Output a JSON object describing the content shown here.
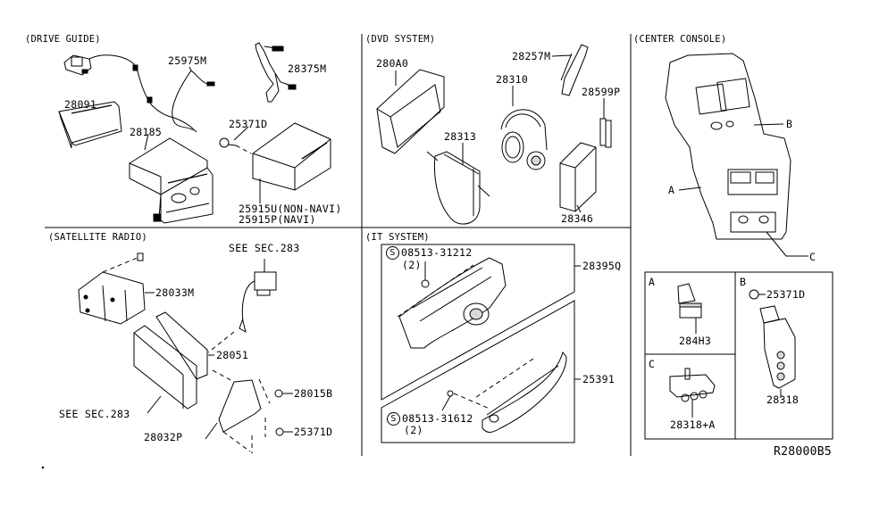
{
  "diagram": {
    "drawing_id": "R28000B5",
    "sections": {
      "drive_guide": {
        "title": "(DRIVE GUIDE)",
        "parts": [
          {
            "id": "p-25975M",
            "number": "25975M"
          },
          {
            "id": "p-28375M",
            "number": "28375M"
          },
          {
            "id": "p-28091",
            "number": "28091"
          },
          {
            "id": "p-28185",
            "number": "28185"
          },
          {
            "id": "p-25371D-dg",
            "number": "25371D"
          },
          {
            "id": "p-25915U",
            "number": "25915U(NON-NAVI)"
          },
          {
            "id": "p-25915P",
            "number": "25915P(NAVI)"
          }
        ]
      },
      "dvd_system": {
        "title": "(DVD SYSTEM)",
        "parts": [
          {
            "id": "p-280A0",
            "number": "280A0"
          },
          {
            "id": "p-28257M",
            "number": "28257M"
          },
          {
            "id": "p-28310",
            "number": "28310"
          },
          {
            "id": "p-28599P",
            "number": "28599P"
          },
          {
            "id": "p-28313",
            "number": "28313"
          },
          {
            "id": "p-28346",
            "number": "28346"
          }
        ]
      },
      "center_console": {
        "title": "(CENTER CONSOLE)",
        "callouts": [
          "A",
          "B",
          "C"
        ],
        "details": {
          "A": {
            "letter": "A",
            "part": "284H3"
          },
          "B": {
            "letter": "B",
            "parts": [
              "25371D",
              "28318"
            ]
          },
          "C": {
            "letter": "C",
            "part": "28318+A"
          }
        }
      },
      "satellite_radio": {
        "title": "(SATELLITE RADIO)",
        "parts": [
          {
            "id": "p-see-sec-top",
            "number": "SEE SEC.283"
          },
          {
            "id": "p-28033M",
            "number": "28033M"
          },
          {
            "id": "p-28051",
            "number": "28051"
          },
          {
            "id": "p-see-sec-bottom",
            "number": "SEE SEC.283"
          },
          {
            "id": "p-28015B",
            "number": "28015B"
          },
          {
            "id": "p-28032P",
            "number": "28032P"
          },
          {
            "id": "p-25371D-sr",
            "number": "25371D"
          }
        ]
      },
      "it_system": {
        "title": "(IT SYSTEM)",
        "parts": [
          {
            "id": "p-08513-31212",
            "symbol": "S",
            "number": "08513-31212",
            "qty": "(2)"
          },
          {
            "id": "p-28395Q",
            "number": "28395Q"
          },
          {
            "id": "p-25391",
            "number": "25391"
          },
          {
            "id": "p-08513-31612",
            "symbol": "S",
            "number": "08513-31612",
            "qty": "(2)"
          }
        ]
      }
    }
  }
}
